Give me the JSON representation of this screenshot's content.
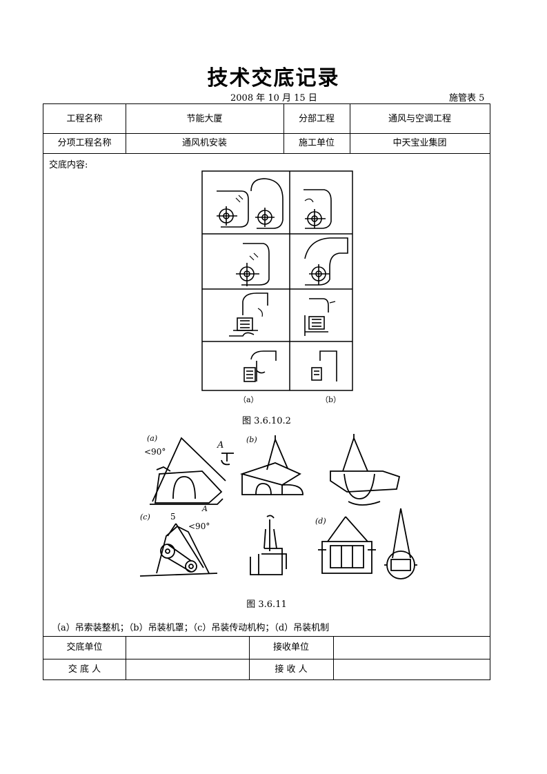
{
  "title": "技术交底记录",
  "date": "2008 年 10 月 15 日",
  "form_no": "施管表 5",
  "header": {
    "project_name_label": "工程名称",
    "project_name_value": "节能大厦",
    "division_label": "分部工程",
    "division_value": "通风与空调工程",
    "subitem_label": "分项工程名称",
    "subitem_value": "通风机安装",
    "contractor_label": "施工单位",
    "contractor_value": "中天宝业集团"
  },
  "content_label": "交底内容:",
  "figure1": {
    "caption": "图 3.6.10.2",
    "col_labels": [
      "（a）",
      "（b）"
    ]
  },
  "figure2": {
    "caption": "图 3.6.11",
    "marks": {
      "a": "(a)",
      "b": "(b)",
      "c": "(c)",
      "d": "(d)",
      "A": "A",
      "angle": "<90°",
      "five": "5",
      "lead_A": "A"
    }
  },
  "legend": "（a）吊索装整机；（b）吊装机罩；（c）吊装传动机构；（d）吊装机制",
  "footer": {
    "handover_unit_label": "交底单位",
    "handover_unit_value": "",
    "receiving_unit_label": "接收单位",
    "receiving_unit_value": "",
    "handover_person_label": "交 底 人",
    "handover_person_value": "",
    "receiver_label": "接 收 人",
    "receiver_value": ""
  }
}
